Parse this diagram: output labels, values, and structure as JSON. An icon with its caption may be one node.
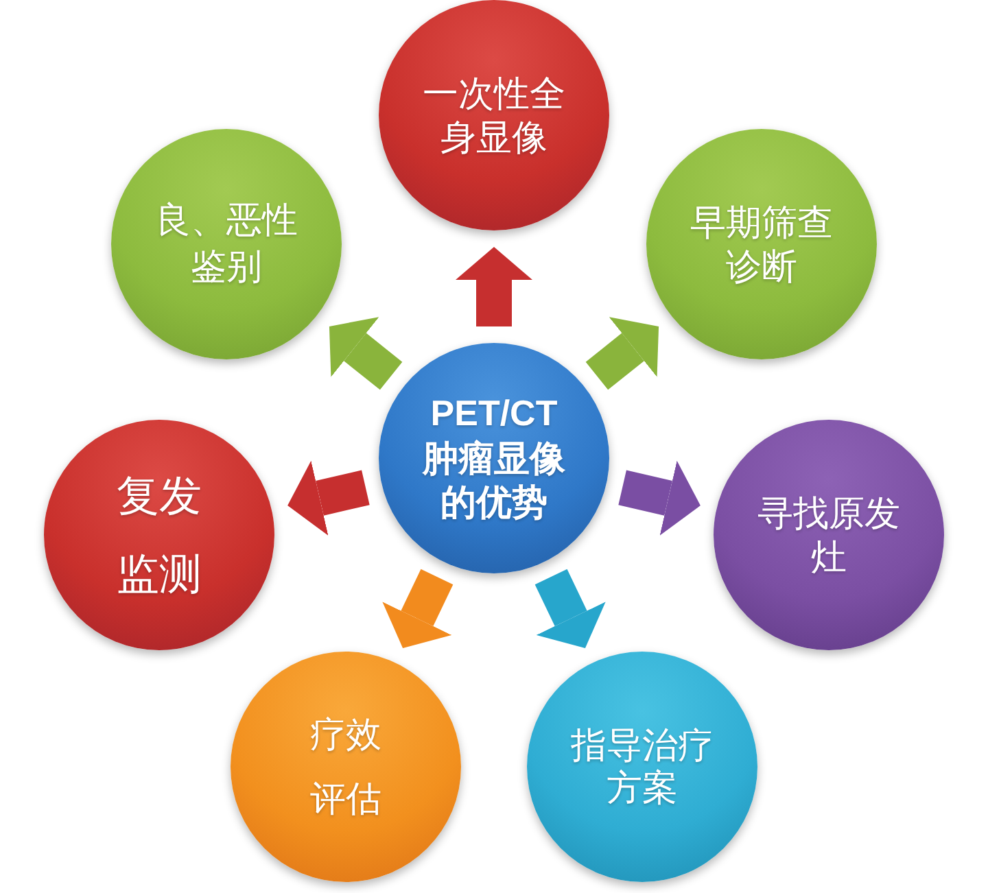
{
  "diagram": {
    "nodes": [
      {
        "text": [
          "PET/CT肿瘤显像的优势"
        ]
      },
      {
        "text": [
          "一次性全身显像"
        ]
      },
      {
        "text": [
          "早期筛查诊断"
        ]
      },
      {
        "text": [
          "寻找原发灶"
        ]
      },
      {
        "text": [
          "指导治疗方案"
        ]
      },
      {
        "text": [
          "疗效评估"
        ]
      },
      {
        "text": [
          "复发监测"
        ]
      },
      {
        "text": [
          "良、恶性鉴别"
        ]
      }
    ],
    "edges": [
      {
        "from": 0,
        "to": 1,
        "arrow": "to",
        "color": "#c62f2f"
      },
      {
        "from": 0,
        "to": 2,
        "arrow": "to",
        "color": "#8ab43c"
      },
      {
        "from": 0,
        "to": 3,
        "arrow": "to",
        "color": "#7a4ea3"
      },
      {
        "from": 0,
        "to": 4,
        "arrow": "to",
        "color": "#27a6cc"
      },
      {
        "from": 0,
        "to": 5,
        "arrow": "to",
        "color": "#f28b1e"
      },
      {
        "from": 0,
        "to": 6,
        "arrow": "to",
        "color": "#c62f2f"
      },
      {
        "from": 0,
        "to": 7,
        "arrow": "to",
        "color": "#8ab43c"
      }
    ]
  }
}
